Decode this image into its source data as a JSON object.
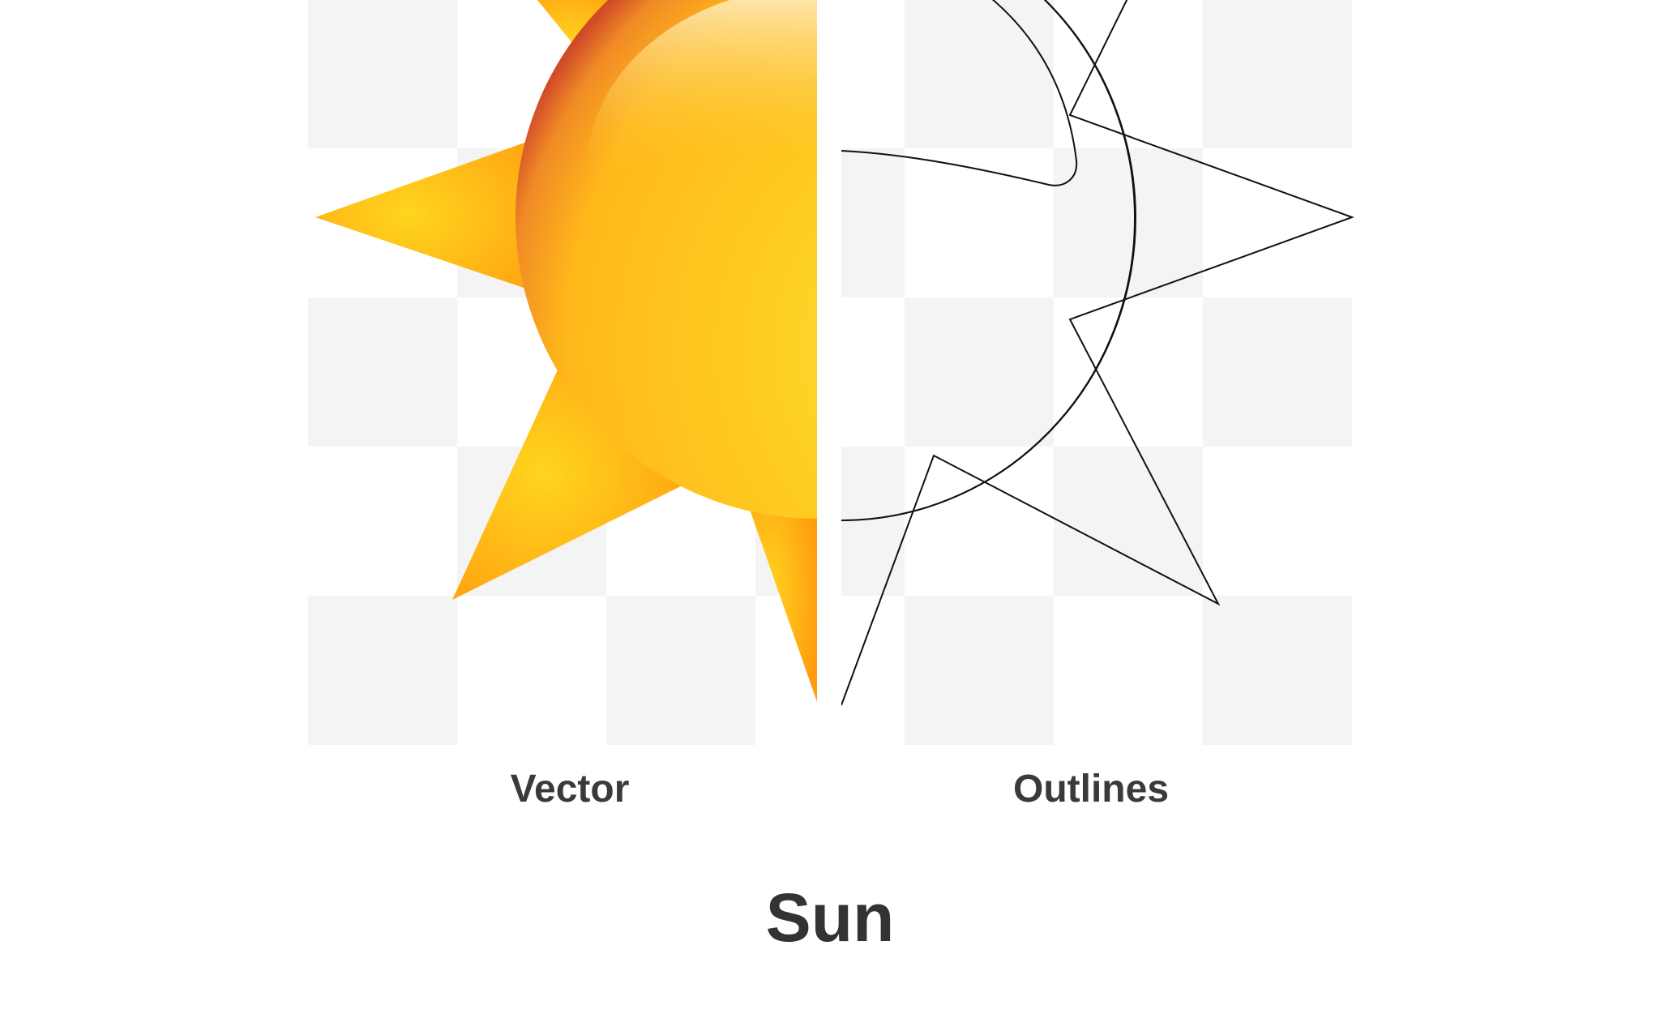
{
  "title": "Sun",
  "panels": {
    "vector": {
      "label": "Vector"
    },
    "outlines": {
      "label": "Outlines"
    }
  },
  "colors": {
    "checker_light": "#f4f4f4",
    "checker_white": "#ffffff",
    "ray_orange": "#ff9e10",
    "ray_yellow": "#ffd21e",
    "disc_rim": "#d2502a",
    "disc_yellow": "#fde534",
    "disc_highlight": "#fde9b4",
    "outline_stroke": "#111111",
    "text": "#333333"
  },
  "icon": "sun-icon"
}
